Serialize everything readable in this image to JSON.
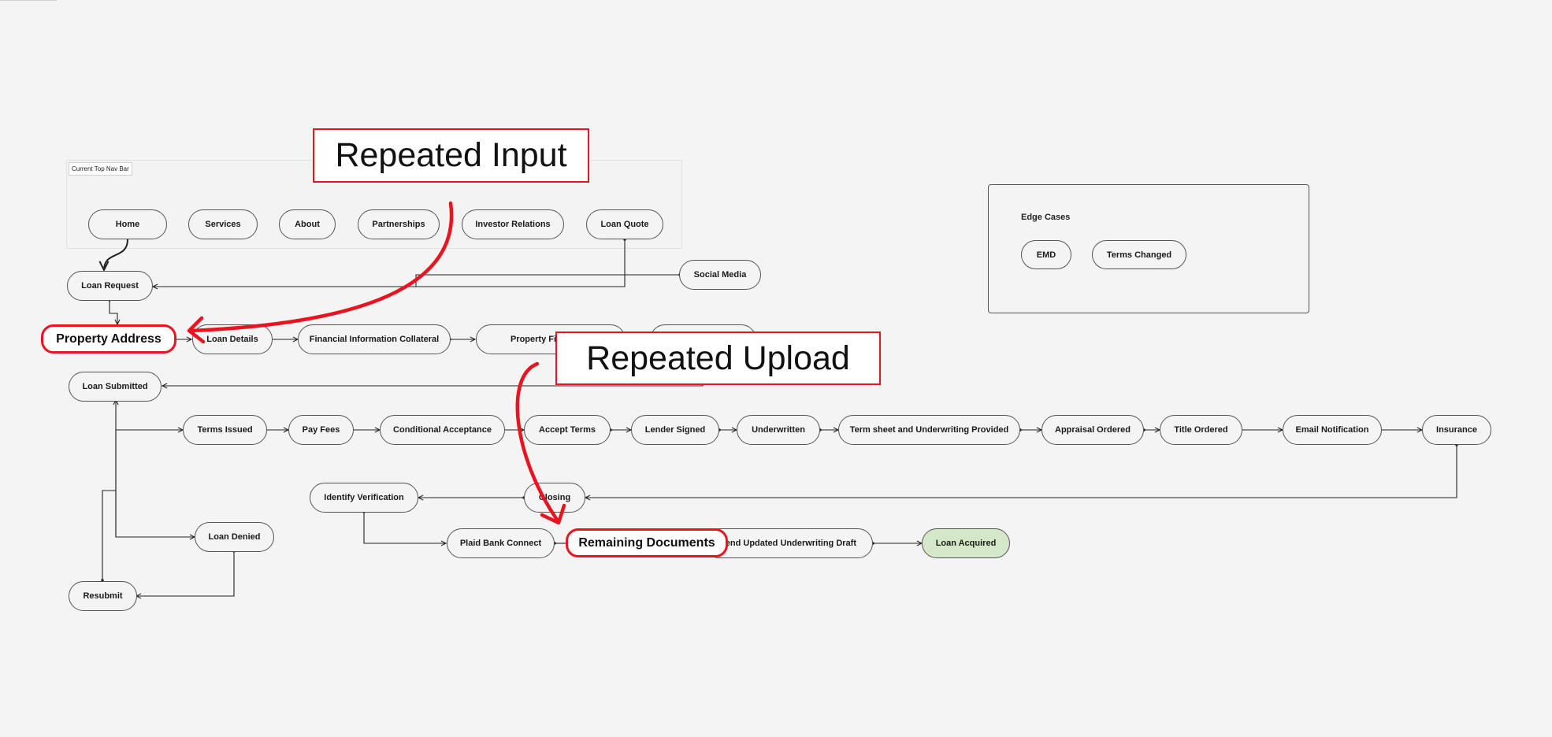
{
  "frame": {
    "label": "Current Top Nav Bar"
  },
  "edge_cases": {
    "title": "Edge Cases",
    "items": [
      "EMD",
      "Terms Changed"
    ]
  },
  "nav": [
    "Home",
    "Services",
    "About",
    "Partnerships",
    "Investor Relations",
    "Loan Quote"
  ],
  "nodes": {
    "loan_request": "Loan Request",
    "social_media": "Social Media",
    "loan_details": "Loan Details",
    "financial_info": "Financial Information Collateral",
    "property_financials": "Property Financials",
    "loan_submitted": "Loan Submitted",
    "terms_issued": "Terms Issued",
    "pay_fees": "Pay Fees",
    "conditional_acceptance": "Conditional Acceptance",
    "accept_terms": "Accept Terms",
    "lender_signed": "Lender Signed",
    "underwritten": "Underwritten",
    "term_sheet": "Term sheet and Underwriting Provided",
    "appraisal_ordered": "Appraisal Ordered",
    "title_ordered": "Title Ordered",
    "email_notification": "Email Notification",
    "insurance": "Insurance",
    "identify_verification": "Identify Verification",
    "closing": "Closing",
    "loan_denied": "Loan Denied",
    "plaid_bank_connect": "Plaid Bank Connect",
    "send_updated": "Send Updated Underwriting Draft",
    "loan_acquired": "Loan Acquired",
    "resubmit": "Resubmit"
  },
  "callouts": {
    "property_address": "Property Address",
    "remaining_documents": "Remaining Documents"
  },
  "annotations": {
    "repeated_input": "Repeated Input",
    "repeated_upload": "Repeated Upload"
  },
  "colors": {
    "accent": "#e8141f",
    "node_border": "#555555",
    "success_fill": "#d4e8c7"
  }
}
